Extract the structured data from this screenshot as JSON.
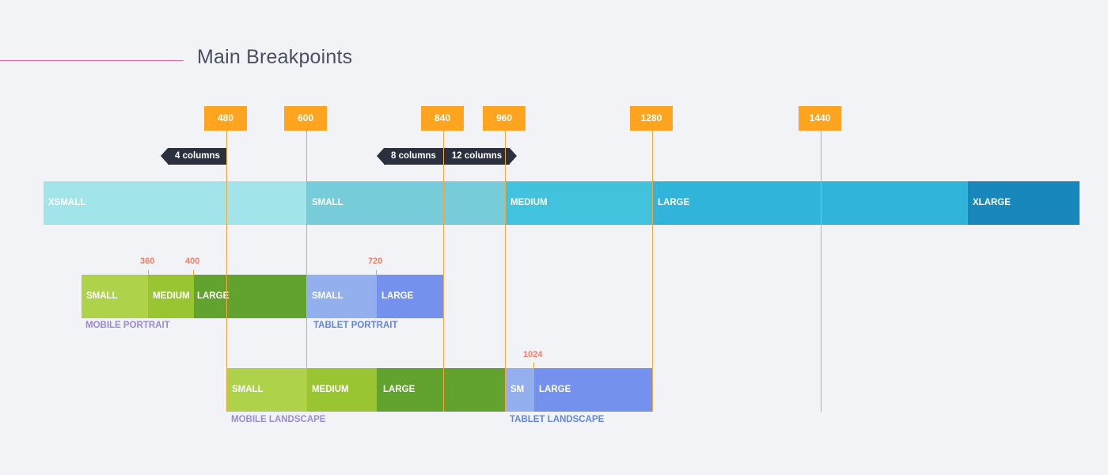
{
  "title": "Main Breakpoints",
  "breakpoints": [
    "480",
    "600",
    "840",
    "960",
    "1280",
    "1440"
  ],
  "columns": [
    "4 columns",
    "8 columns",
    "12 columns"
  ],
  "window_sizes": [
    "XSMALL",
    "SMALL",
    "MEDIUM",
    "LARGE",
    "XLARGE"
  ],
  "mobile_portrait": {
    "label": "MOBILE PORTRAIT",
    "ticks": [
      "360",
      "400"
    ],
    "segments": [
      "SMALL",
      "MEDIUM",
      "LARGE"
    ]
  },
  "tablet_portrait": {
    "label": "TABLET PORTRAIT",
    "ticks": [
      "720"
    ],
    "segments": [
      "SMALL",
      "LARGE"
    ]
  },
  "mobile_landscape": {
    "label": "MOBILE LANDSCAPE",
    "segments": [
      "SMALL",
      "MEDIUM",
      "LARGE"
    ]
  },
  "tablet_landscape": {
    "label": "TABLET LANDSCAPE",
    "ticks": [
      "1024"
    ],
    "segments": [
      "SM",
      "LARGE"
    ]
  },
  "colors": {
    "breakpoint_tag": "#ffa41e",
    "column_tag": "#2b303e",
    "title_rule": "#e06b94",
    "mobile_label": "#9b8ad6",
    "tablet_label": "#5f86e6",
    "tick_number": "#f07f66"
  }
}
